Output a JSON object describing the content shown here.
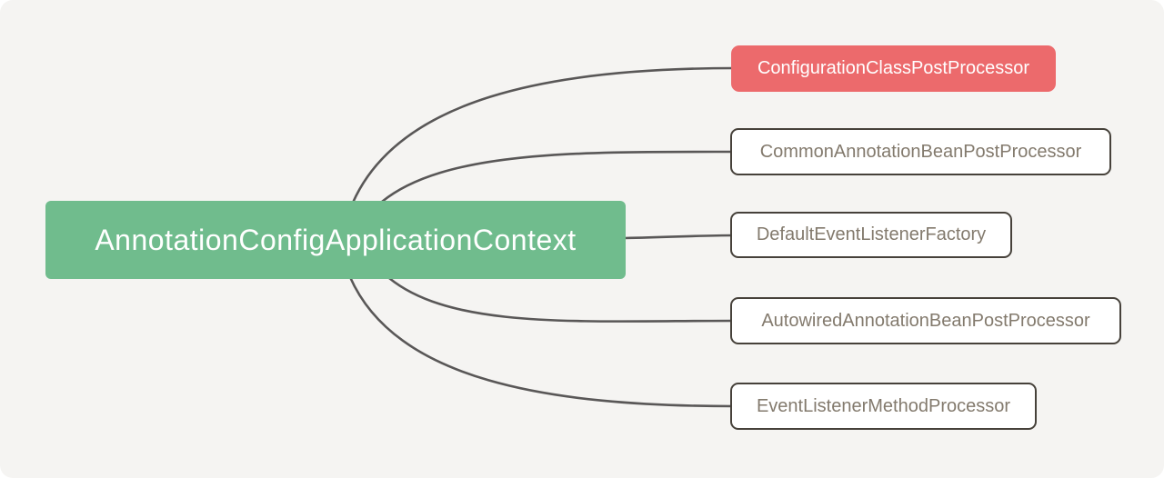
{
  "diagram": {
    "type": "mindmap",
    "colors": {
      "background": "#f5f4f2",
      "connector": "#595757",
      "root_bg": "#70bc8d",
      "root_text": "#ffffff",
      "highlight_bg": "#ec6a6c",
      "highlight_text": "#ffffff",
      "node_bg": "#ffffff",
      "node_border": "#46413a",
      "node_text": "#837a6d"
    },
    "root": {
      "label": "AnnotationConfigApplicationContext"
    },
    "children": [
      {
        "label": "ConfigurationClassPostProcessor",
        "highlighted": true
      },
      {
        "label": "CommonAnnotationBeanPostProcessor",
        "highlighted": false
      },
      {
        "label": "DefaultEventListenerFactory",
        "highlighted": false
      },
      {
        "label": "AutowiredAnnotationBeanPostProcessor",
        "highlighted": false
      },
      {
        "label": "EventListenerMethodProcessor",
        "highlighted": false
      }
    ],
    "edges": [
      {
        "from": "AnnotationConfigApplicationContext",
        "to": "ConfigurationClassPostProcessor"
      },
      {
        "from": "AnnotationConfigApplicationContext",
        "to": "CommonAnnotationBeanPostProcessor"
      },
      {
        "from": "AnnotationConfigApplicationContext",
        "to": "DefaultEventListenerFactory"
      },
      {
        "from": "AnnotationConfigApplicationContext",
        "to": "AutowiredAnnotationBeanPostProcessor"
      },
      {
        "from": "AnnotationConfigApplicationContext",
        "to": "EventListenerMethodProcessor"
      }
    ]
  }
}
